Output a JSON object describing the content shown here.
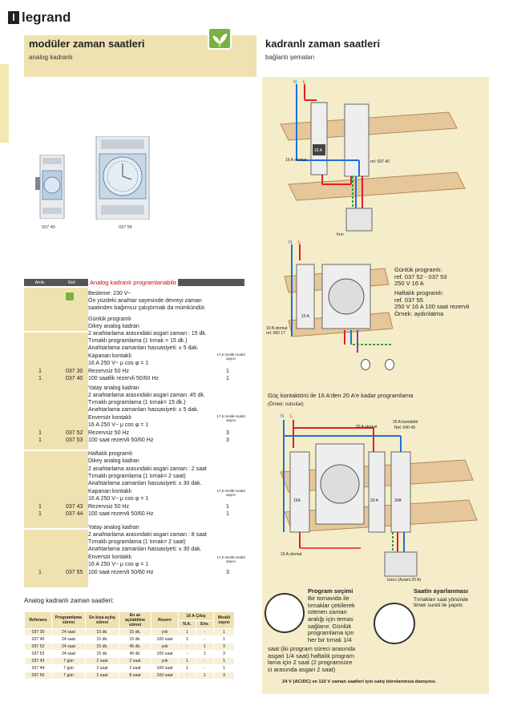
{
  "brand": {
    "logo_text": "legrand"
  },
  "left_header": {
    "title": "modüler zaman saatleri",
    "subtitle": "analog kadranlı"
  },
  "right_header": {
    "title": "kadranlı zaman saatleri",
    "subtitle": "bağlantı şemaları"
  },
  "products": [
    {
      "code": "037 40"
    },
    {
      "code": "037 55"
    }
  ],
  "order_table": {
    "columns": [
      "Amb.",
      "Ref."
    ],
    "section_title": "Analog kadranlı programlanabilir",
    "intro": [
      "Besleme: 230 V~",
      "Ön yüzdeki anahtar sayesinde devreyi zaman",
      "saatinden bağımsız çalıştırmak da mümkündür."
    ],
    "groups": [
      {
        "lines": [
          "Günlük programlı",
          "Dikey analog kadran",
          "2 anahtarlama arasındaki asgari zaman : 15 dk.",
          "Tırnaklı programlama (1 tırnak = 15 dk.)",
          "Anahtarlama zamanları hassasiyeti: ± 5 dak.",
          "Kapanan kontaklı",
          "16 A 250 V~ μ cos φ = 1"
        ],
        "module_label": "17,5 mmlik modül sayısı",
        "items": [
          {
            "amb": "1",
            "ref": "037 30",
            "desc": "Rezervsiz 50 Hz",
            "mod": "1"
          },
          {
            "amb": "1",
            "ref": "037 40",
            "desc": "100 saatlik rezervli 50/60 Hz",
            "mod": "1"
          }
        ]
      },
      {
        "lines": [
          "Yatay analog kadran",
          "2 anahtarlama arasındaki asgari zaman :45 dk.",
          "Tırnaklı programlama (1 tırnak= 15 dk.)",
          "Anahtarlama zamanları hassasiyeti: ± 5 dak.",
          "Enversör kontaklı",
          "16 A 250 V~ μ cos φ = 1"
        ],
        "module_label": "17,5 mmlik modül sayısı",
        "items": [
          {
            "amb": "1",
            "ref": "037 52",
            "desc": "Rezervsiz 50 Hz",
            "mod": "3"
          },
          {
            "amb": "1",
            "ref": "037 53",
            "desc": "100 saat rezervli 50/60 Hz",
            "mod": "3"
          }
        ]
      },
      {
        "lines": [
          "Haftalık programlı",
          "Dikey analog kadran",
          "2 anahtarlama arasındaki asgari zaman : 2 saat",
          "Tırnaklı programlama (1 tırnak= 2 saat)",
          "Anahtarlama zamanları hassasiyeti: ± 30 dak.",
          "Kapanan kontaklı",
          "16 A 250 V~ μ cos φ = 1"
        ],
        "module_label": "17,5 mmlik modül sayısı",
        "items": [
          {
            "amb": "1",
            "ref": "037 43",
            "desc": "Rezervsiz 50 Hz",
            "mod": "1"
          },
          {
            "amb": "1",
            "ref": "037 44",
            "desc": "100 saat rezervli 50/60 Hz",
            "mod": "1"
          }
        ]
      },
      {
        "lines": [
          "Yatay analog kadran",
          "2 anahtarlama arasındaki asgari zaman : 8 saat",
          "Tırnaklı programlama (1 tırnak= 2 saat)",
          "Anahtarlama zamanları hassasiyeti: ± 30 dak.",
          "Enversör kontaklı",
          "16 A 250 V~ μ cos φ = 1"
        ],
        "module_label": "17,5 mmlik modül sayısı",
        "items": [
          {
            "amb": "1",
            "ref": "037 55",
            "desc": "100 saat rezervli 50/60 Hz",
            "mod": "3"
          }
        ]
      }
    ]
  },
  "summary": {
    "title": "Analog kadranlı zaman saatleri:",
    "headers": [
      "Referans",
      "Programlama süresi",
      "En kısa açılış süresi",
      "En az açılabilme süresi",
      "Rezerv",
      "N.A.",
      "Env.",
      "Modül sayısı"
    ],
    "group_header": "16 A Çıkış",
    "rows": [
      [
        "037 30",
        "24 saat",
        "15 dk.",
        "15 dk.",
        "yok",
        "1",
        "-",
        "1"
      ],
      [
        "037 40",
        "24 saat",
        "15 dk.",
        "15 dk.",
        "100 saat",
        "1",
        "-",
        "1"
      ],
      [
        "037 52",
        "24 saat",
        "15 dk.",
        "45 dk.",
        "yok",
        "-",
        "1",
        "3"
      ],
      [
        "037 53",
        "24 saat",
        "15 dk.",
        "45 dk.",
        "100 saat",
        "-",
        "1",
        "3"
      ],
      [
        "037 43",
        "7 gün",
        "2 saat",
        "2 saat",
        "yok",
        "1",
        "-",
        "1"
      ],
      [
        "037 44",
        "7 gün",
        "2 saat",
        "2 saat",
        "100 saat",
        "1",
        "-",
        "1"
      ],
      [
        "037 55",
        "7 gün",
        "2 saat",
        "8 saat",
        "100 saat",
        "-",
        "1",
        "3"
      ]
    ]
  },
  "diagram1": {
    "labels": [
      "N",
      "L",
      "16 A otomat",
      "ref. 037 40",
      "16 A",
      "fırın"
    ]
  },
  "diagram2": {
    "labels": [
      "N",
      "L",
      "10 A otomat ref. 060 17",
      "10 A"
    ],
    "info": [
      "Günlük programlı:",
      "ref. 037 52 - 037 53",
      "250 V 16 A",
      "Haftalık programlı:",
      "ref. 037 55",
      "250 V 16 A 100 saat rezervli",
      "Örnek: aydınlatma"
    ]
  },
  "diagram3": {
    "title": "Güç kontaktörü ile 16 A'den 20 A'e kadar programlama",
    "subtitle": "(Örnek: ısıtıcılar)",
    "labels": [
      "N",
      "L",
      "20 A otomat",
      "20 A kontaktör",
      "Ref. 040 49",
      "16 A otomat",
      "Isıtıcı (Azami 20 A)",
      "16A",
      "20 A",
      "20A"
    ]
  },
  "bottom": {
    "prog_title": "Program seçimi",
    "prog_text": [
      "Bir tornavida ile",
      "tırnaklar çekilerek",
      "istenen zaman",
      "aralığı için temas",
      "sağlanır. Günlük",
      "programlama için",
      "her bir tırnak 1/4",
      "saat (iki program süreci arasında",
      "asgari 1/4 saat) haftalık program",
      "lama için 2 saat (2 programsüre",
      "ci arasında asgari 2 saat)"
    ],
    "time_title": "Saatin ayarlanması",
    "time_text": [
      "Tırnakları saat yönünde",
      "itmek sureti ile yapılır."
    ],
    "footnote": "24 V (AC/DC) ve 110 V zaman saatleri için satış bürolarımıza danışınız."
  }
}
